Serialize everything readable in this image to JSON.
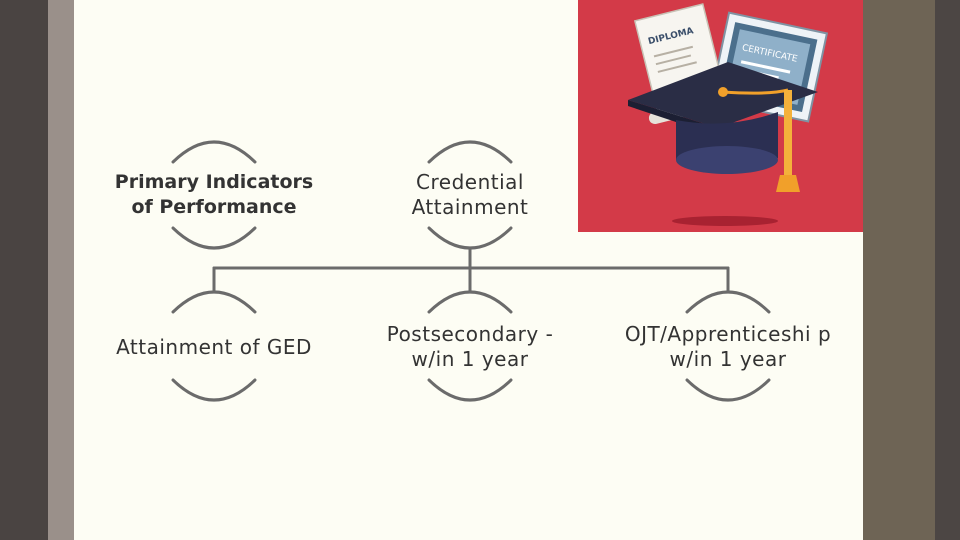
{
  "diagram": {
    "root_left": "Primary Indicators of Performance",
    "root_right": "Credential Attainment",
    "children": [
      "Attainment of GED",
      "Postsecondary - w/in 1 year",
      "OJT/Apprenticeshi p w/in 1 year"
    ]
  },
  "illustration": {
    "diploma_text": "DIPLOMA",
    "certificate_text": "CERTIFICATE",
    "background_color": "#d33a48"
  },
  "colors": {
    "connector": "#6b6b6b",
    "slide_bg": "#fdfdf4"
  }
}
